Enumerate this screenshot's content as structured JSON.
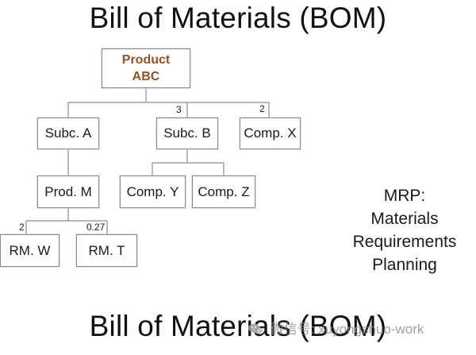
{
  "title_top": "Bill of Materials (BOM)",
  "title_bottom": "Bill of Materials (BOM)",
  "nodes": {
    "root_line1": "Product",
    "root_line2": "ABC",
    "subc_a": "Subc. A",
    "subc_b": "Subc. B",
    "comp_x": "Comp. X",
    "prod_m": "Prod. M",
    "comp_y": "Comp. Y",
    "comp_z": "Comp. Z",
    "rm_w": "RM. W",
    "rm_t": "RM. T"
  },
  "quantities": {
    "subc_b": "3",
    "comp_x": "2",
    "rm_w": "2",
    "rm_t": "0.27"
  },
  "mrp": {
    "line1": "MRP:",
    "line2": "Materials",
    "line3": "Requirements",
    "line4": "Planning"
  },
  "watermark": {
    "text": "微信号: xuyongshuo-work"
  },
  "colors": {
    "root_text": "#9b4f1f",
    "edge": "#8a8a8a",
    "node_border": "#8a8a8a"
  }
}
